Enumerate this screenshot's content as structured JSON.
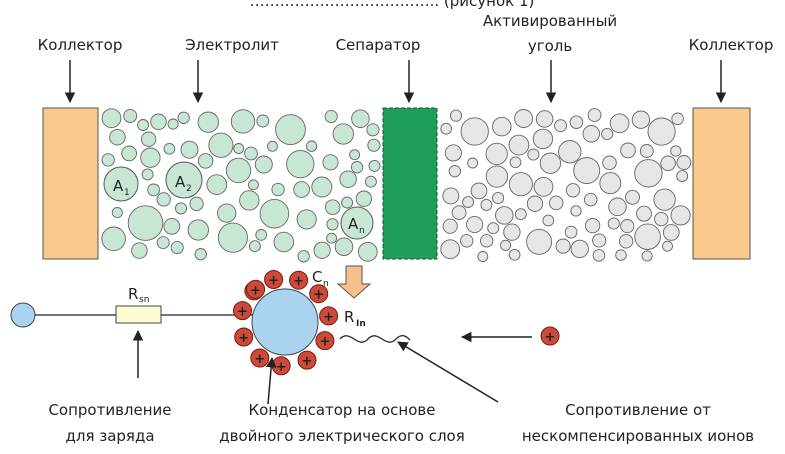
{
  "top_text": "……………………………….. (рисунок 1)",
  "labels": {
    "collector_left": "Коллектор",
    "electrolyte": "Электролит",
    "separator": "Сепаратор",
    "activated_carbon_1": "Активированный",
    "activated_carbon_2": "уголь",
    "collector_right": "Коллектор"
  },
  "particles": {
    "a1": "A",
    "a1_sub": "1",
    "a2": "A",
    "a2_sub": "2",
    "an": "A",
    "an_sub": "n"
  },
  "circuit": {
    "rsn": "R",
    "rsn_sub": "sn",
    "cn": "C",
    "cn_sub": "n",
    "rin": "R",
    "rin_sub": "In",
    "ion_symbol": "+"
  },
  "captions": {
    "charge_resistance_1": "Сопротивление",
    "charge_resistance_2": "для заряда",
    "dl_capacitor_1": "Конденсатор на основе",
    "dl_capacitor_2": "двойного электрического слоя",
    "ion_resistance_1": "Сопротивление от",
    "ion_resistance_2": "нескомпенсированных ионов"
  },
  "colors": {
    "collector": "#f8c98a",
    "electrolyte_particle": "#c8e6d4",
    "separator": "#1f9e5a",
    "carbon_particle": "#e6e6e6",
    "node": "#a9d3ef",
    "ion": "#cc4a3a",
    "resistor": "#fdfbd0"
  }
}
